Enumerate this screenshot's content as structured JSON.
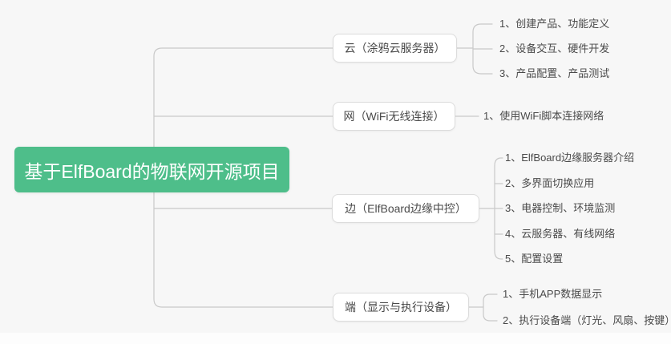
{
  "root": {
    "label": "基于ElfBoard的物联网开源项目",
    "color": "#4ebe8a",
    "text_color": "#ffffff"
  },
  "branches": [
    {
      "label": "云（涂鸦云服务器）",
      "children": [
        "1、创建产品、功能定义",
        "2、设备交互、硬件开发",
        "3、产品配置、产品测试"
      ]
    },
    {
      "label": "网（WiFi无线连接）",
      "children": [
        "1、使用WiFi脚本连接网络"
      ]
    },
    {
      "label": "边（ElfBoard边缘中控）",
      "children": [
        "1、ElfBoard边缘服务器介绍",
        "2、多界面切换应用",
        "3、电器控制、环境监测",
        "4、云服务器、有线网络",
        "5、配置设置"
      ]
    },
    {
      "label": "端（显示与执行设备）",
      "children": [
        "1、手机APP数据显示",
        "2、执行设备端（灯光、风扇、按键）"
      ]
    }
  ],
  "colors": {
    "background": "#f7f7f7",
    "node_border": "#dcdcdc",
    "node_text": "#4a4a4a",
    "connector": "#c9c9c9",
    "root_accent": "#4ebe8a"
  }
}
